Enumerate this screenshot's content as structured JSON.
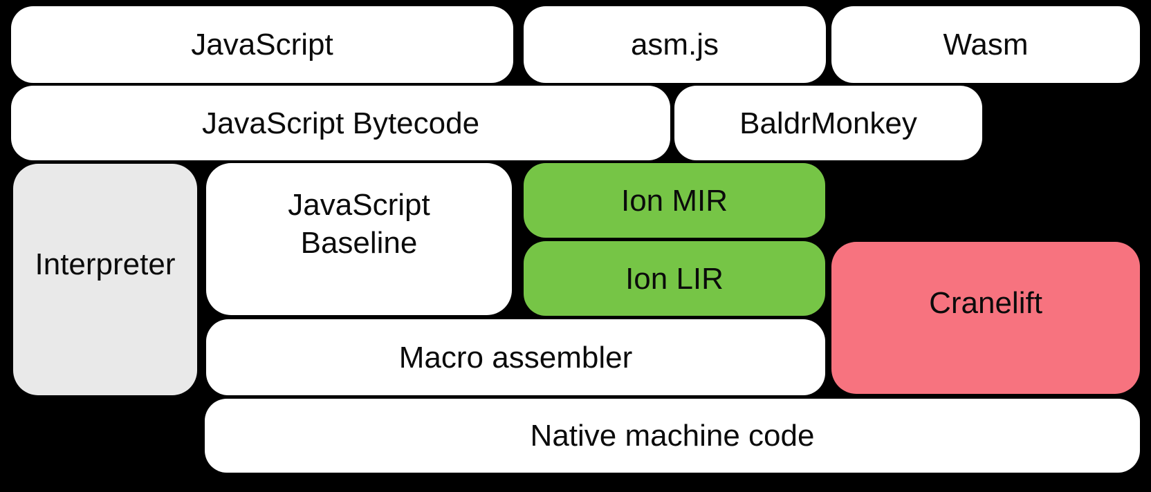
{
  "colors": {
    "background": "#000000",
    "white_box": "#FFFFFF",
    "gray_box": "#E9E9E9",
    "green_box": "#76C546",
    "pink_box": "#F7737F",
    "text": "#0B0B0B"
  },
  "boxes": {
    "javascript": {
      "label": "JavaScript",
      "fill": "#FFFFFF"
    },
    "asmjs": {
      "label": "asm.js",
      "fill": "#FFFFFF"
    },
    "wasm": {
      "label": "Wasm",
      "fill": "#FFFFFF"
    },
    "bytecode": {
      "label": "JavaScript Bytecode",
      "fill": "#FFFFFF"
    },
    "baldrmonkey": {
      "label": "BaldrMonkey",
      "fill": "#FFFFFF"
    },
    "interpreter": {
      "label": "Interpreter",
      "fill": "#E9E9E9"
    },
    "baseline": {
      "label": "JavaScript\nBaseline",
      "fill": "#FFFFFF"
    },
    "ionmir": {
      "label": "Ion MIR",
      "fill": "#76C546"
    },
    "ionlir": {
      "label": "Ion LIR",
      "fill": "#76C546"
    },
    "cranelift": {
      "label": "Cranelift",
      "fill": "#F7737F"
    },
    "macro": {
      "label": "Macro assembler",
      "fill": "#FFFFFF"
    },
    "native": {
      "label": "Native machine code",
      "fill": "#FFFFFF"
    }
  }
}
